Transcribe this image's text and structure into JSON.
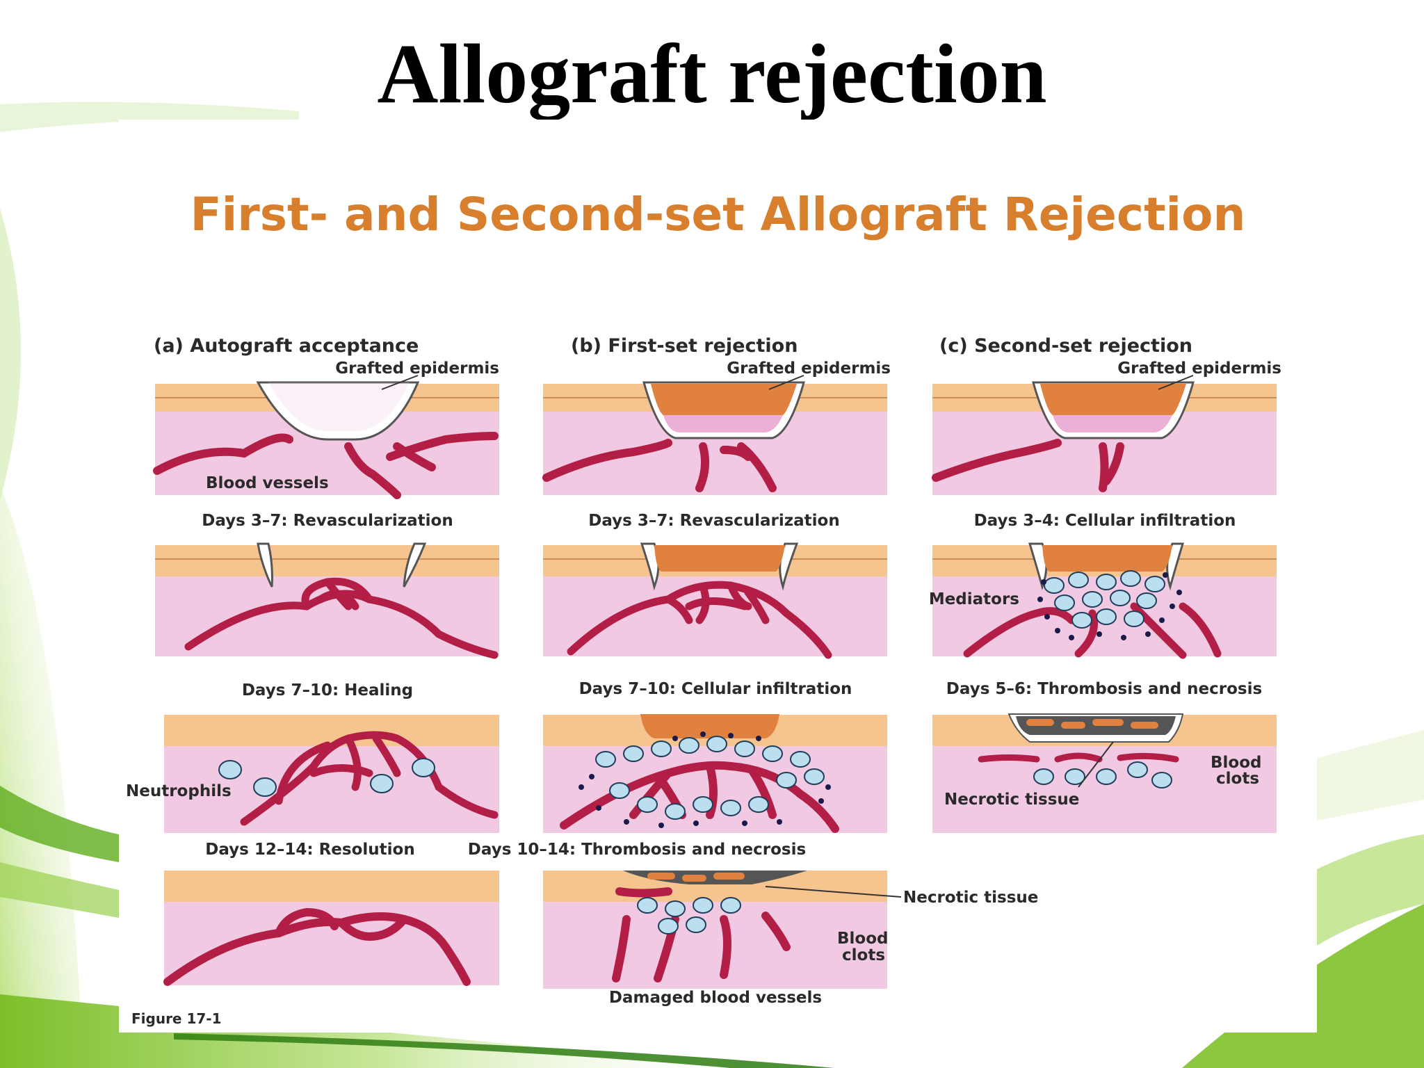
{
  "slide": {
    "title": "Allograft rejection",
    "figure_heading": "First- and Second-set Allograft Rejection",
    "figure_number": "Figure 17-1"
  },
  "columns": [
    {
      "title": "(a) Autograft acceptance",
      "top_label": "Grafted epidermis",
      "vessel_label": "Blood vessels",
      "steps": [
        "Days 3–7: Revascularization",
        "Days 7–10: Healing",
        "Days 12–14: Resolution"
      ]
    },
    {
      "title": "(b) First-set rejection",
      "top_label": "Grafted epidermis",
      "steps": [
        "Days 3–7: Revascularization",
        "Days 7–10: Cellular infiltration",
        "Days 10–14: Thrombosis and necrosis"
      ]
    },
    {
      "title": "(c) Second-set rejection",
      "top_label": "Grafted epidermis",
      "steps": [
        "Days 3–4: Cellular infiltration",
        "Days 5–6: Thrombosis and necrosis"
      ]
    }
  ],
  "annotations": {
    "neutrophils": "Neutrophils",
    "mediators": "Mediators",
    "necrotic_tissue": "Necrotic tissue",
    "blood_clots_line1": "Blood",
    "blood_clots_line2": "clots",
    "damaged_vessels": "Damaged blood vessels"
  },
  "colors": {
    "title": "#000000",
    "heading": "#d77f2d",
    "epidermis": "#f6c48f",
    "dermis": "#f1c9e2",
    "graft": "#e0813f",
    "graft_lower": "#eab0d6",
    "vessel": "#b21e45",
    "cell": "#bcdff0",
    "background_accent": "#8dc63f"
  }
}
